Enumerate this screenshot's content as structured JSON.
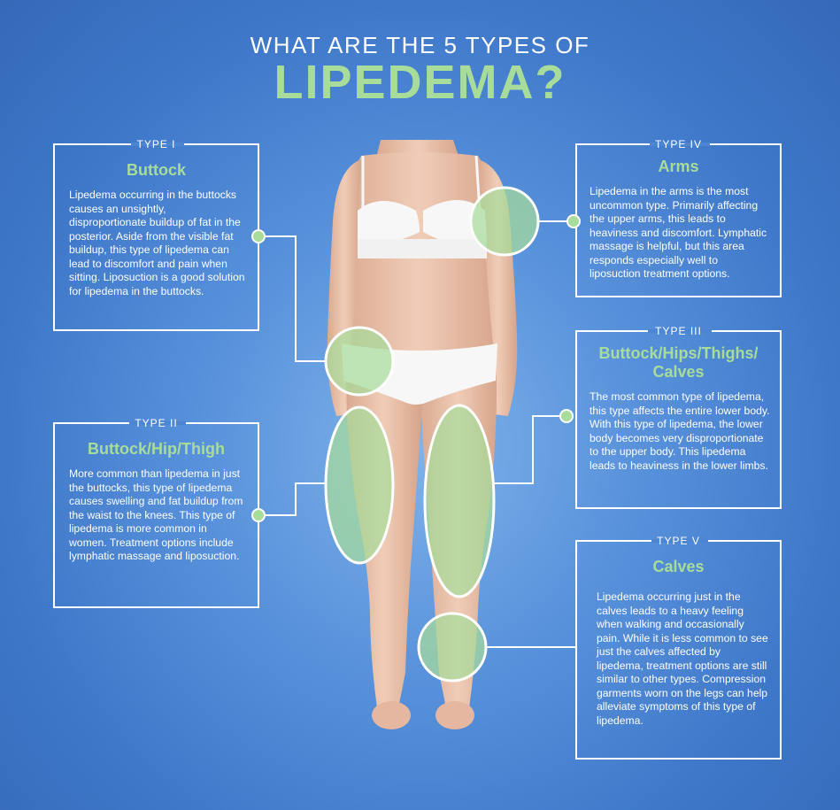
{
  "header": {
    "line1": "WHAT ARE THE 5 TYPES OF",
    "line2": "LIPEDEMA?"
  },
  "colors": {
    "accent": "#a8dc9b",
    "background": "#4a86d3",
    "line": "#ffffff"
  },
  "types": [
    {
      "tag": "TYPE I",
      "title": "Buttock",
      "body": "Lipedema occurring in the buttocks causes an unsightly, disproportionate buildup of fat in the posterior. Aside from the visible fat buildup, this type of lipedema can lead to discomfort and pain when sitting. Liposuction is a good solution for lipedema in the buttocks."
    },
    {
      "tag": "TYPE II",
      "title": "Buttock/Hip/Thigh",
      "body": "More common than lipedema in just the buttocks, this type of lipedema causes swelling and fat buildup from the waist to the knees. This type of lipedema is more common in women. Treatment options include lymphatic massage and liposuction."
    },
    {
      "tag": "TYPE IV",
      "title": "Arms",
      "body": "Lipedema in the arms is the most uncommon type. Primarily affecting the upper arms, this leads to heaviness and discomfort. Lymphatic massage is helpful, but this area responds especially well to liposuction treatment options."
    },
    {
      "tag": "TYPE III",
      "title": "Buttock/Hips/Thighs/ Calves",
      "body": "The most common type of lipedema, this type affects the entire lower body. With this type of lipedema, the lower body becomes very disproportionate to the upper body. This lipedema leads to heaviness in the lower limbs."
    },
    {
      "tag": "TYPE V",
      "title": "Calves",
      "body": "Lipedema occurring just in the calves leads to a heavy feeling when walking and occasionally pain. While it is less common to see just the calves affected by lipedema, treatment options are still similar to other types. Compression garments worn on the legs can help alleviate symptoms of this type of lipedema."
    }
  ]
}
